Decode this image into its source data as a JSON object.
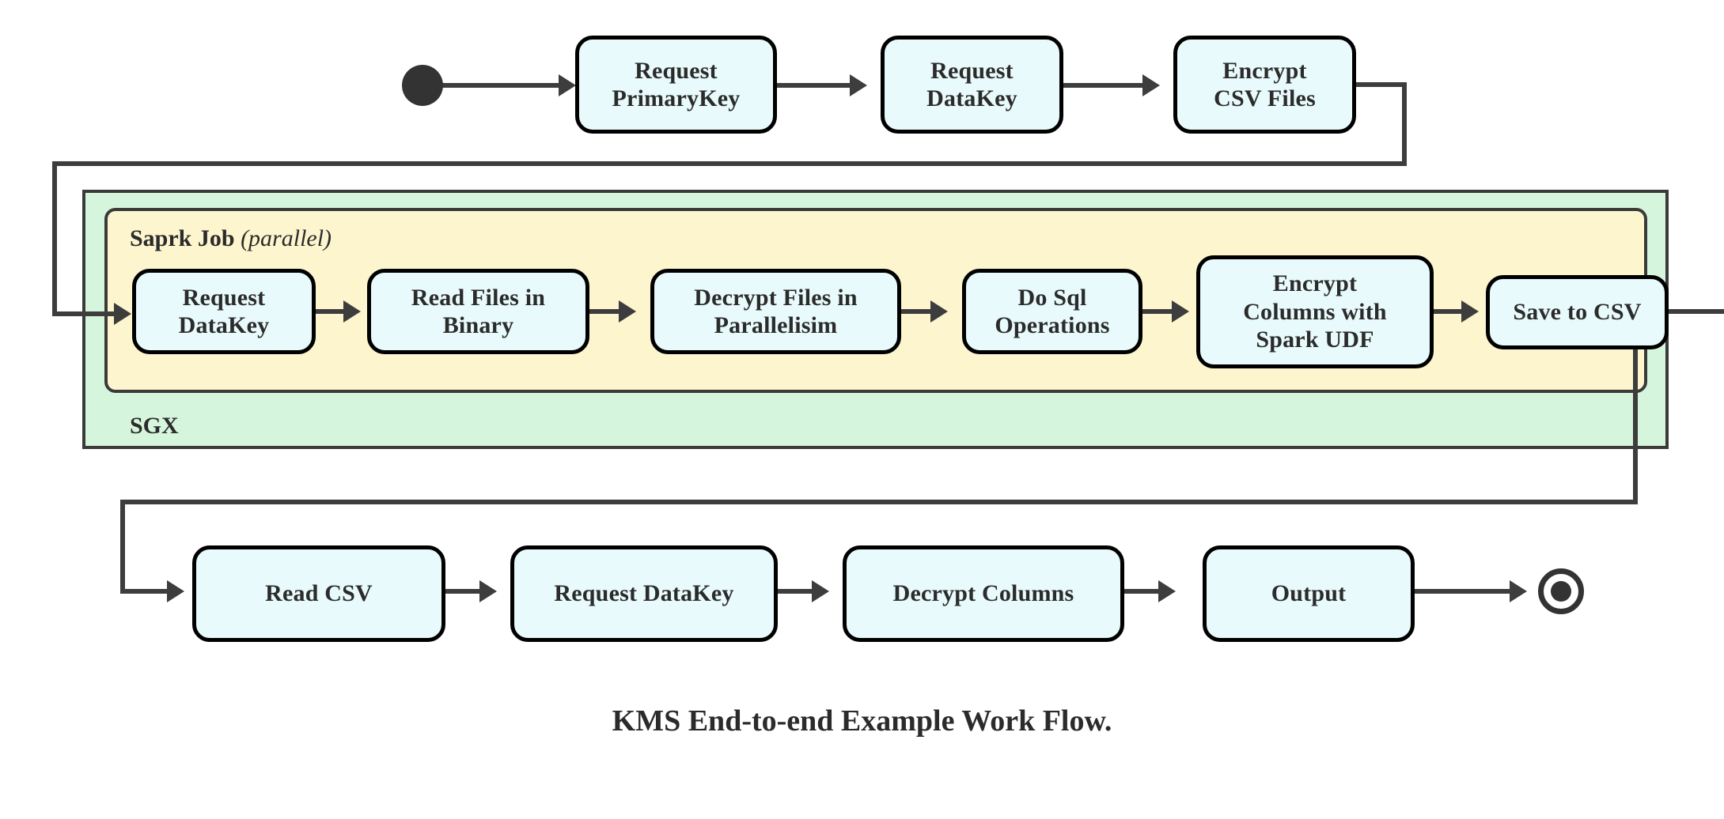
{
  "figure": {
    "caption": "KMS End-to-end Example Work Flow.",
    "type": "uml-activity-diagram"
  },
  "containers": {
    "sgx": {
      "label": "SGX",
      "color": "#d6f5dd"
    },
    "spark": {
      "label_main": "Saprk Job",
      "label_paren": "(parallel)",
      "color": "#fcf5ce"
    }
  },
  "colors": {
    "node_fill": "#e8fafb",
    "node_border": "#000000",
    "edge": "#3d3d3d",
    "sgx_fill": "#d6f5dd",
    "spark_fill": "#fcf5ce",
    "text": "#2b2b2b"
  },
  "rows": {
    "top": [
      {
        "id": "request-primarykey",
        "lines": [
          "Request",
          "PrimaryKey"
        ]
      },
      {
        "id": "request-datakey-top",
        "lines": [
          "Request",
          "DataKey"
        ]
      },
      {
        "id": "encrypt-csv-files",
        "lines": [
          "Encrypt",
          "CSV Files"
        ]
      }
    ],
    "middle": [
      {
        "id": "request-datakey-spark",
        "lines": [
          "Request",
          "DataKey"
        ]
      },
      {
        "id": "read-files-in-binary",
        "lines": [
          "Read Files in",
          "Binary"
        ]
      },
      {
        "id": "decrypt-files-in-parallelisim",
        "lines": [
          "Decrypt Files in",
          "Parallelisim"
        ]
      },
      {
        "id": "do-sql-operations",
        "lines": [
          "Do Sql",
          "Operations"
        ]
      },
      {
        "id": "encrypt-columns-with-spark-udf",
        "lines": [
          "Encrypt",
          "Columns with",
          "Spark UDF"
        ]
      },
      {
        "id": "save-to-csv",
        "lines": [
          "Save to CSV"
        ]
      }
    ],
    "bottom": [
      {
        "id": "read-csv",
        "lines": [
          "Read CSV"
        ]
      },
      {
        "id": "request-datakey-bottom",
        "lines": [
          "Request DataKey"
        ]
      },
      {
        "id": "decrypt-columns",
        "lines": [
          "Decrypt Columns"
        ]
      },
      {
        "id": "output",
        "lines": [
          "Output"
        ]
      }
    ]
  },
  "markers": {
    "start": "initial-state-node",
    "end": "final-state-node"
  }
}
